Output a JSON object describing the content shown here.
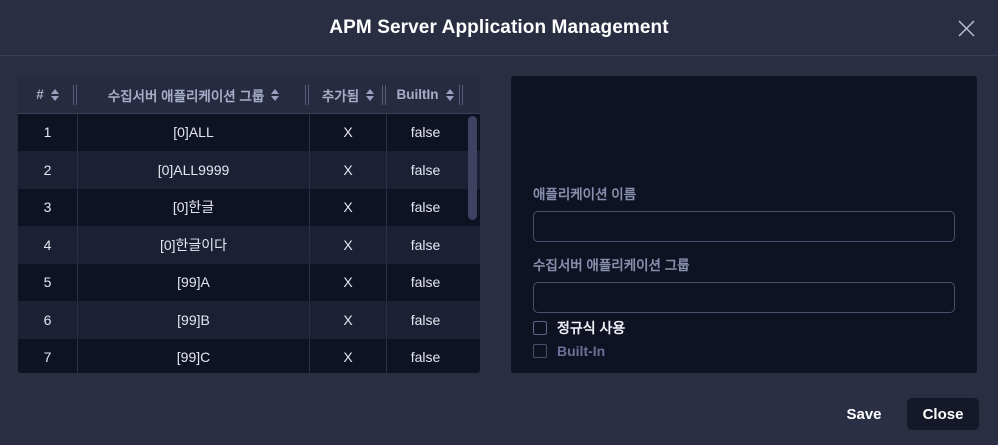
{
  "window": {
    "title": "APM Server Application Management",
    "close_icon": "close-icon"
  },
  "table": {
    "columns": [
      {
        "label": "#",
        "sort_icon": "sort-updown-icon"
      },
      {
        "label": "수집서버 애플리케이션 그룹",
        "sort_icon": "sort-updown-icon"
      },
      {
        "label": "추가됨",
        "sort_icon": "sort-updown-icon"
      },
      {
        "label": "BuiltIn",
        "sort_icon": "sort-updown-icon"
      }
    ],
    "rows": [
      {
        "num": "1",
        "group": "[0]ALL",
        "added": "X",
        "builtin": "false"
      },
      {
        "num": "2",
        "group": "[0]ALL9999",
        "added": "X",
        "builtin": "false"
      },
      {
        "num": "3",
        "group": "[0]한글",
        "added": "X",
        "builtin": "false"
      },
      {
        "num": "4",
        "group": "[0]한글이다",
        "added": "X",
        "builtin": "false"
      },
      {
        "num": "5",
        "group": "[99]A",
        "added": "X",
        "builtin": "false"
      },
      {
        "num": "6",
        "group": "[99]B",
        "added": "X",
        "builtin": "false"
      },
      {
        "num": "7",
        "group": "[99]C",
        "added": "X",
        "builtin": "false"
      }
    ]
  },
  "form": {
    "app_name": {
      "label": "애플리케이션 이름",
      "value": "",
      "placeholder": ""
    },
    "app_group": {
      "label": "수집서버 애플리케이션 그룹",
      "value": "",
      "placeholder": ""
    },
    "regex_checkbox": {
      "label": "정규식 사용",
      "checked": false,
      "disabled": false
    },
    "builtin_checkbox": {
      "label": "Built-In",
      "checked": false,
      "disabled": true
    }
  },
  "footer": {
    "save_label": "Save",
    "close_label": "Close"
  },
  "colors": {
    "page_bg": "#2a2e42",
    "panel_bg": "#0e1222",
    "row_alt_bg": "#1b2034",
    "header_bg": "#262b40",
    "label_muted": "#8990ad",
    "text": "#e8eaf2",
    "save_bg": "#2a2f45",
    "close_bg": "#141828"
  }
}
